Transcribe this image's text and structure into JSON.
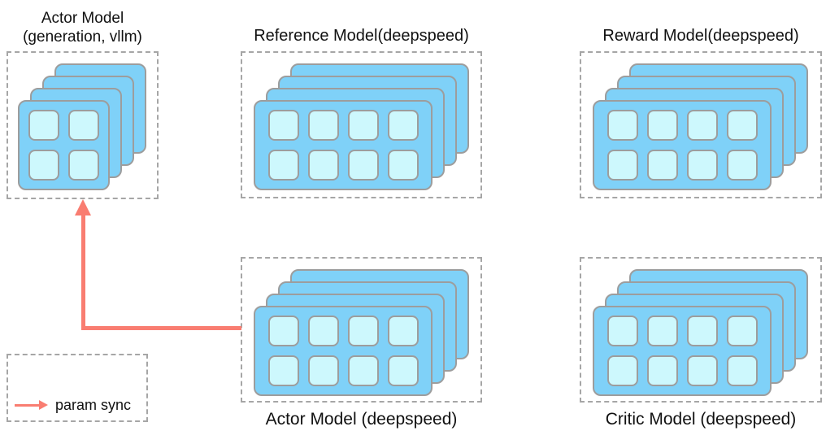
{
  "colors": {
    "card_fill": "#7FD1F8",
    "cell_fill": "#CDF8FD",
    "card_border": "#9D9D9D",
    "box_border": "#A6A6A6",
    "arrow": "#F97D71",
    "text": "#111111"
  },
  "legend": {
    "label": "param sync"
  },
  "arrow": {
    "label": "param sync",
    "from": "Actor Model (deepspeed)",
    "to": "Actor Model (generation, vllm)"
  },
  "nodes": [
    {
      "id": "actor-model-generation",
      "title_line1": "Actor Model",
      "title_line2": "(generation, vllm)",
      "label_position": "top",
      "stack_count": 4,
      "grid_cols": 2,
      "grid_rows": 2
    },
    {
      "id": "reference-model",
      "title": "Reference Model(deepspeed)",
      "label_position": "top",
      "stack_count": 4,
      "grid_cols": 4,
      "grid_rows": 2
    },
    {
      "id": "reward-model",
      "title": "Reward Model(deepspeed)",
      "label_position": "top",
      "stack_count": 4,
      "grid_cols": 4,
      "grid_rows": 2
    },
    {
      "id": "actor-model-deepspeed",
      "title": "Actor Model (deepspeed)",
      "label_position": "bottom",
      "stack_count": 4,
      "grid_cols": 4,
      "grid_rows": 2
    },
    {
      "id": "critic-model",
      "title": "Critic Model (deepspeed)",
      "label_position": "bottom",
      "stack_count": 4,
      "grid_cols": 4,
      "grid_rows": 2
    }
  ]
}
